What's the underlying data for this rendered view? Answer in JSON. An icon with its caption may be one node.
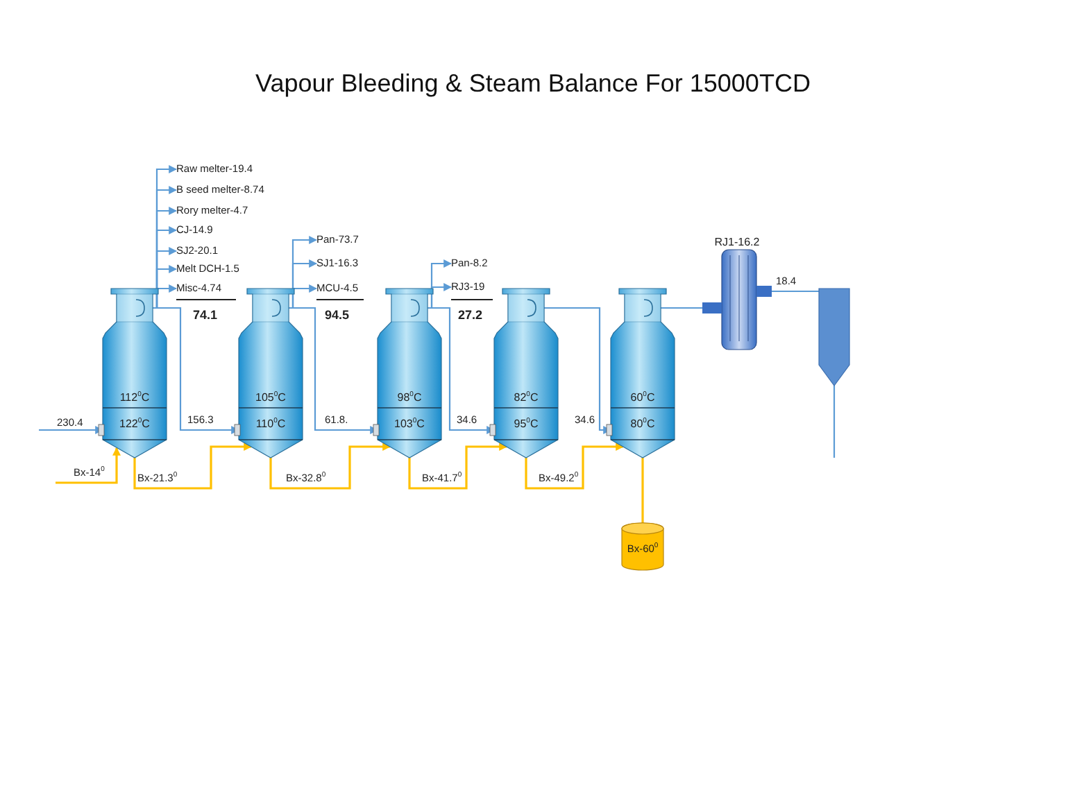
{
  "diagram": {
    "title": "Vapour Bleeding & Steam Balance For 15000TCD",
    "nodes": [
      {
        "text": [
          "112$^{0}$C",
          "122$^{0}$C"
        ]
      },
      {
        "text": [
          "105$^{0}$C",
          "110$^{0}$C"
        ]
      },
      {
        "text": [
          "98$^{0}$C",
          "103$^{0}$C"
        ]
      },
      {
        "text": [
          "82$^{0}$C",
          "95$^{0}$C"
        ]
      },
      {
        "text": [
          "60$^{0}$C",
          "80$^{0}$C"
        ]
      },
      {
        "text": [
          "RJ1-16.2"
        ]
      },
      {
        "text": [],
        "shape": "box"
      },
      {
        "text": [
          "Bx-60$^{0}$"
        ]
      },
      {
        "text": [
          "Raw melter-19.4"
        ]
      },
      {
        "text": [
          "B seed melter-8.74"
        ]
      },
      {
        "text": [
          "Rory melter-4.7"
        ]
      },
      {
        "text": [
          "CJ-14.9"
        ]
      },
      {
        "text": [
          "SJ2-20.1"
        ]
      },
      {
        "text": [
          "Melt DCH-1.5"
        ]
      },
      {
        "text": [
          "Misc-4.74"
        ]
      },
      {
        "text": [
          "Pan-73.7"
        ]
      },
      {
        "text": [
          "SJ1-16.3"
        ]
      },
      {
        "text": [
          "MCU-4.5"
        ]
      },
      {
        "text": [
          "Pan-8.2"
        ]
      },
      {
        "text": [
          "RJ3-19"
        ]
      }
    ],
    "edges": [
      {
        "from": null,
        "to": 0,
        "arrow": "to",
        "label": "230.4"
      },
      {
        "from": 0,
        "to": 1,
        "arrow": "to",
        "label": "156.3"
      },
      {
        "from": 1,
        "to": 2,
        "arrow": "to",
        "label": "61.8."
      },
      {
        "from": 2,
        "to": 3,
        "arrow": "to",
        "label": "34.6"
      },
      {
        "from": 3,
        "to": 4,
        "arrow": "to",
        "label": "34.6"
      },
      {
        "from": 4,
        "to": 5,
        "arrow": "none"
      },
      {
        "from": 5,
        "to": 6,
        "arrow": "none",
        "label": "18.4"
      },
      {
        "from": 6,
        "to": null,
        "arrow": "none"
      },
      {
        "from": 0,
        "to": 8,
        "arrow": "to"
      },
      {
        "from": 0,
        "to": 9,
        "arrow": "to"
      },
      {
        "from": 0,
        "to": 10,
        "arrow": "to"
      },
      {
        "from": 0,
        "to": 11,
        "arrow": "to"
      },
      {
        "from": 0,
        "to": 12,
        "arrow": "to"
      },
      {
        "from": 0,
        "to": 13,
        "arrow": "to"
      },
      {
        "from": 0,
        "to": 14,
        "arrow": "to"
      },
      {
        "from": 1,
        "to": 15,
        "arrow": "to"
      },
      {
        "from": 1,
        "to": 16,
        "arrow": "to"
      },
      {
        "from": 1,
        "to": 17,
        "arrow": "to"
      },
      {
        "from": 2,
        "to": 18,
        "arrow": "to"
      },
      {
        "from": 2,
        "to": 19,
        "arrow": "to"
      },
      {
        "from": null,
        "to": 0,
        "arrow": "to",
        "label": "Bx-14$^{0}$",
        "color": "#ffc000"
      },
      {
        "from": 0,
        "to": 1,
        "arrow": "to",
        "label": "Bx-21.3$^{0}$",
        "color": "#ffc000"
      },
      {
        "from": 1,
        "to": 2,
        "arrow": "to",
        "label": "Bx-32.8$^{0}$",
        "color": "#ffc000"
      },
      {
        "from": 2,
        "to": 3,
        "arrow": "to",
        "label": "Bx-41.7$^{0}$",
        "color": "#ffc000"
      },
      {
        "from": 3,
        "to": 4,
        "arrow": "to",
        "label": "Bx-49.2$^{0}$",
        "color": "#ffc000"
      },
      {
        "from": 4,
        "to": 7,
        "arrow": "none",
        "color": "#ffc000"
      }
    ],
    "labels": [
      "74.1",
      "94.5",
      "27.2"
    ]
  }
}
